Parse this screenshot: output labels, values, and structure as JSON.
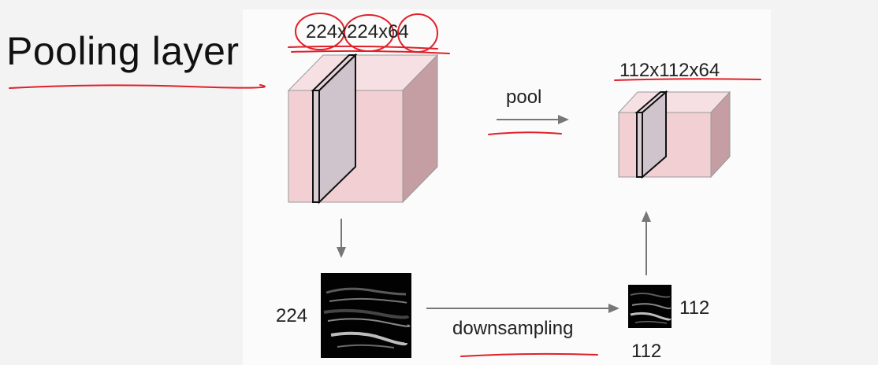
{
  "slide": {
    "title": "Pooling layer",
    "input_volume_label": "224x224x64",
    "output_volume_label": "112x112x64",
    "pool_label": "pool",
    "downsampling_label": "downsampling",
    "input_map_size_label": "224",
    "output_map_width_label": "112",
    "output_map_height_label": "112"
  },
  "colors": {
    "cube_front": "#f2cfd3",
    "cube_top": "#f7e0e3",
    "cube_side": "#c49ea2",
    "slice_fill": "#cfc4cc",
    "arrow": "#777777",
    "annotation": "#e0202a"
  }
}
